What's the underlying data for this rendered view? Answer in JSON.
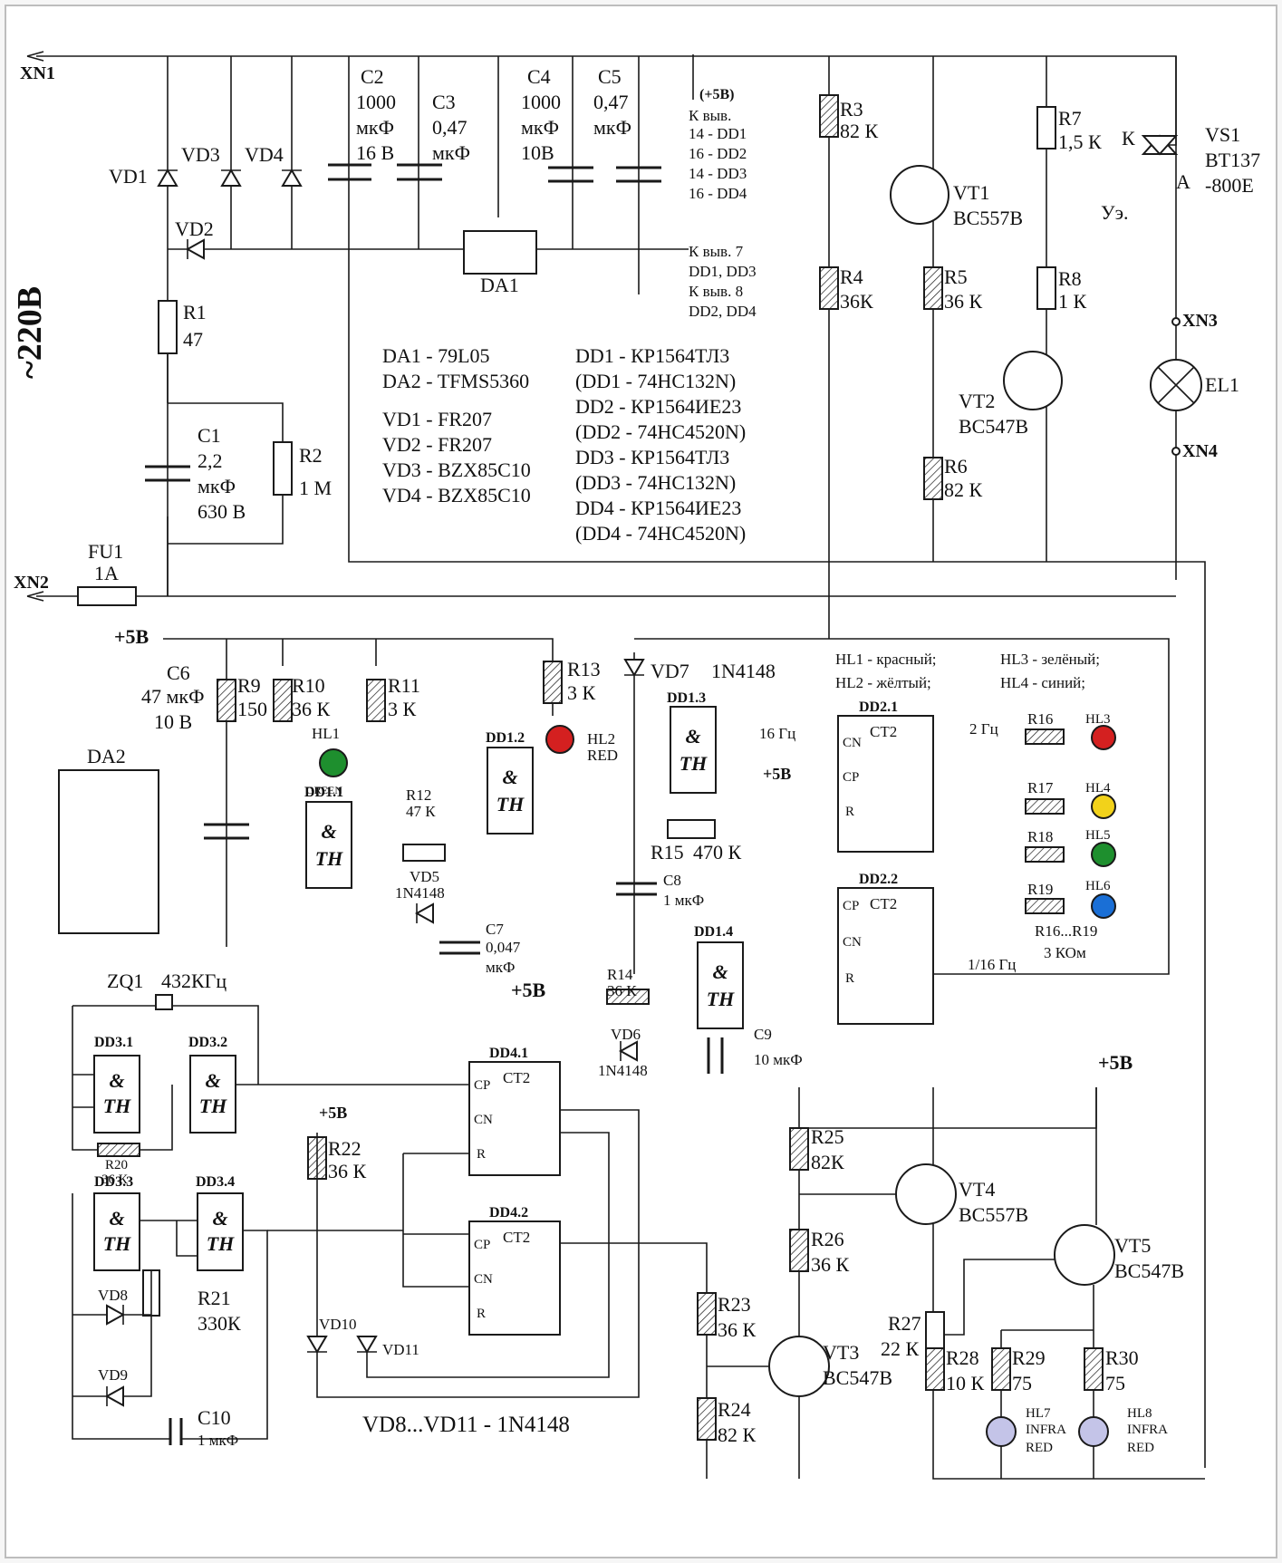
{
  "connectors": {
    "xn1": "XN1",
    "xn2": "XN2",
    "xn3": "XN3",
    "xn4": "XN4"
  },
  "mains": "~220В",
  "rails": {
    "p5v": "+5В",
    "p5v_paren": "(+5В)"
  },
  "supply_note": [
    "К выв.",
    "14 - DD1",
    "16 - DD2",
    "14 - DD3",
    "16 - DD4"
  ],
  "ground_note": [
    "К выв. 7",
    "DD1, DD3",
    "К выв. 8",
    "DD2, DD4"
  ],
  "parts_list_left": [
    "DA1 - 79L05",
    "DA2 - TFMS5360",
    "VD1 - FR207",
    "VD2 - FR207",
    "VD3 - BZX85C10",
    "VD4 - BZX85C10"
  ],
  "parts_list_right": [
    "DD1 - КР1564ТЛ3",
    "(DD1 - 74HC132N)",
    "DD2 - КР1564ИЕ23",
    "(DD2 - 74HC4520N)",
    "DD3 - КР1564ТЛ3",
    "(DD3 - 74HC132N)",
    "DD4 - КР1564ИЕ23",
    "(DD4 - 74HC4520N)"
  ],
  "led_colors": [
    "HL1 - красный;",
    "HL2 - жёлтый;",
    "HL3  - зелёный;",
    "HL4  - синий;"
  ],
  "components": {
    "vd1": "VD1",
    "vd2": "VD2",
    "vd3": "VD3",
    "vd4": "VD4",
    "r1": "R1",
    "r1v": "47",
    "r2": "R2",
    "r2v": "1 М",
    "c1": "C1",
    "c1v1": "2,2",
    "c1v2": "мкФ",
    "c1v3": "630 В",
    "c2": "C2",
    "c2v1": "1000",
    "c2v2": "мкФ",
    "c2v3": "16 В",
    "c3": "C3",
    "c3v1": "0,47",
    "c3v2": "мкФ",
    "c4": "C4",
    "c4v1": "1000",
    "c4v2": "мкФ",
    "c4v3": "10В",
    "c5": "C5",
    "c5v1": "0,47",
    "c5v2": "мкФ",
    "da1": "DA1",
    "fu1": "FU1",
    "fu1v": "1А",
    "r3": "R3",
    "r3v": "82 К",
    "r4": "R4",
    "r4v": "36К",
    "r5": "R5",
    "r5v": "36 К",
    "r6": "R6",
    "r6v": "82 К",
    "r7": "R7",
    "r7v": "1,5 К",
    "r8": "R8",
    "r8v": "1 К",
    "vt1": "VT1",
    "vt1v": "BC557B",
    "vt2": "VT2",
    "vt2v": "BC547B",
    "vs1": "VS1",
    "vs1v1": "BT137",
    "vs1v2": "-800E",
    "vs_k": "К",
    "vs_a": "А",
    "vs_ue": "Уэ.",
    "el1": "EL1",
    "c6": "C6",
    "c6v1": "47 мкФ",
    "c6v2": "10 В",
    "r9": "R9",
    "r9v": "150",
    "r10": "R10",
    "r10v": "36 К",
    "r11": "R11",
    "r11v": "3 К",
    "hl1": "HL1",
    "hl1c": "GREEN",
    "hl2": "HL2",
    "hl2c": "RED",
    "r12": "R12",
    "r12v": "47 К",
    "vd5": "VD5",
    "vd5v": "1N4148",
    "c7": "C7",
    "c7v1": "0,047",
    "c7v2": "мкФ",
    "r13": "R13",
    "r13v": "3 К",
    "vd7": "VD7",
    "vd7v": "1N4148",
    "r15": "R15",
    "r15v": "470 К",
    "c8": "C8",
    "c8v": "1 мкФ",
    "f16": "16 Гц",
    "f2": "2 Гц",
    "f116": "1/16 Гц",
    "r16": "R16",
    "r17": "R17",
    "r18": "R18",
    "r19": "R19",
    "r16_19": "R16...R19",
    "r16_19v": "3 КОм",
    "hl3": "HL3",
    "hl4": "HL4",
    "hl5": "HL5",
    "hl6": "HL6",
    "r14": "R14",
    "r14v": "36 К",
    "vd6": "VD6",
    "vd6v": "1N4148",
    "c9": "C9",
    "c9v": "10 мкФ",
    "da2": "DA2",
    "zq1": "ZQ1",
    "zq1v": "432КГц",
    "r20": "R20",
    "r20v": "36 К",
    "vd8": "VD8",
    "vd9": "VD9",
    "r21": "R21",
    "r21v": "330К",
    "c10": "C10",
    "c10v": "1 мкФ",
    "r22": "R22",
    "r22v": "36 К",
    "vd10": "VD10",
    "vd11": "VD11",
    "vd_note": "VD8...VD11 - 1N4148",
    "r23": "R23",
    "r23v": "36 К",
    "r24": "R24",
    "r24v": "82 К",
    "vt3": "VT3",
    "vt3v": "BC547B",
    "r25": "R25",
    "r25v": "82К",
    "r26": "R26",
    "r26v": "36 К",
    "r27": "R27",
    "r27v": "22 К",
    "r28": "R28",
    "r28v": "10 К",
    "r29": "R29",
    "r29v": "75",
    "r30": "R30",
    "r30v": "75",
    "vt4": "VT4",
    "vt4v": "BC557B",
    "vt5": "VT5",
    "vt5v": "BC547B",
    "hl7": "HL7",
    "hl8": "HL8",
    "infra": "INFRA",
    "red": "RED"
  },
  "chips": {
    "dd11": "DD1.1",
    "dd12": "DD1.2",
    "dd13": "DD1.3",
    "dd14": "DD1.4",
    "dd21": "DD2.1",
    "dd22": "DD2.2",
    "dd31": "DD3.1",
    "dd32": "DD3.2",
    "dd33": "DD3.3",
    "dd34": "DD3.4",
    "dd41": "DD4.1",
    "dd42": "DD4.2",
    "and": "&",
    "th": "TH",
    "ct2": "CT2",
    "cn": "CN",
    "cp": "CP",
    "r": "R"
  },
  "colors": {
    "hl_red": "#d42020",
    "hl_yellow": "#f2d21a",
    "hl_green": "#1e8f2e",
    "hl_blue": "#1a6fd6",
    "hl_ir": "#c4c4e8",
    "frame": "#bdbdbd"
  }
}
